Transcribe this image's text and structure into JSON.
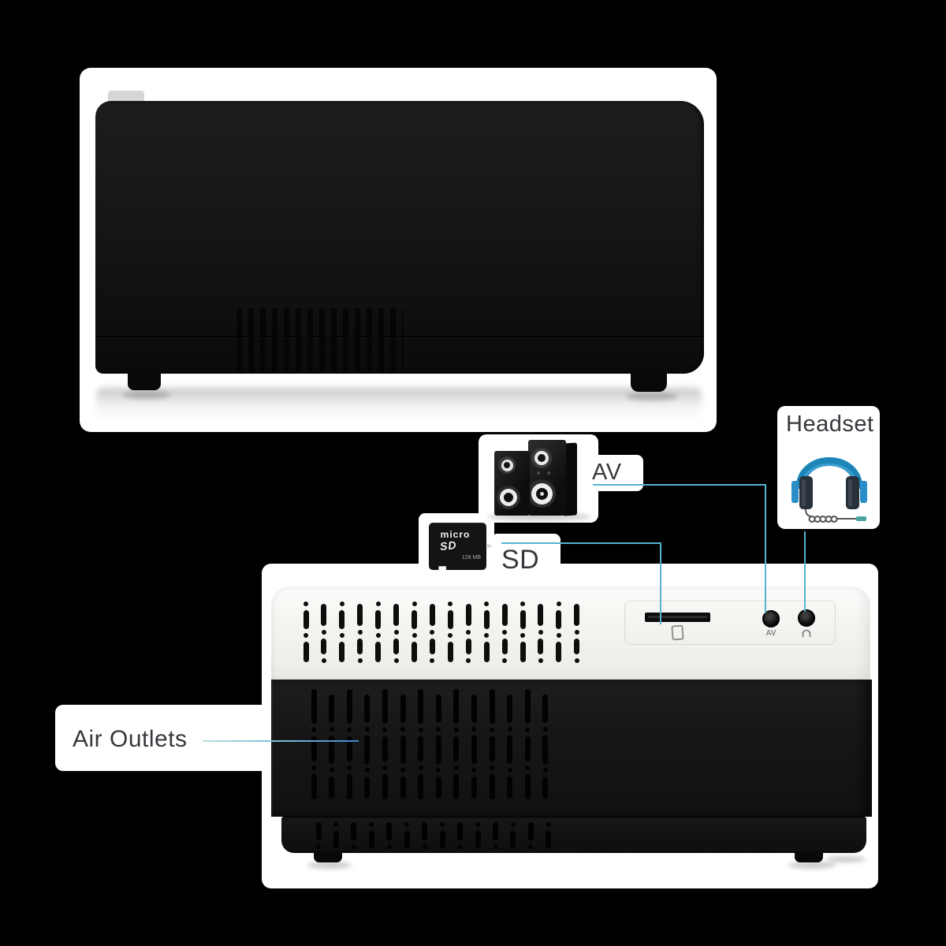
{
  "background_color": "#000000",
  "colors": {
    "leader_line": "#57b4d0",
    "headset_blue": "#1d85b8",
    "label_text": "#36383d"
  },
  "callouts": {
    "headset": "Headset",
    "av": "AV",
    "sd": "SD",
    "air_outlets": "Air Outlets"
  },
  "microsd_card": {
    "logo_line1": "micro",
    "logo_line2": "SD",
    "capacity": "128 MB",
    "insert_arrow": "▸"
  },
  "port_panel": {
    "av_jack_label": "AV"
  },
  "icons": {
    "headset": "headphones-icon",
    "headphone_jack": "headphone-glyph-icon",
    "sd_slot": "sd-card-glyph-icon",
    "microsd": "microsd-card-image",
    "speakers": "speakers-image"
  }
}
